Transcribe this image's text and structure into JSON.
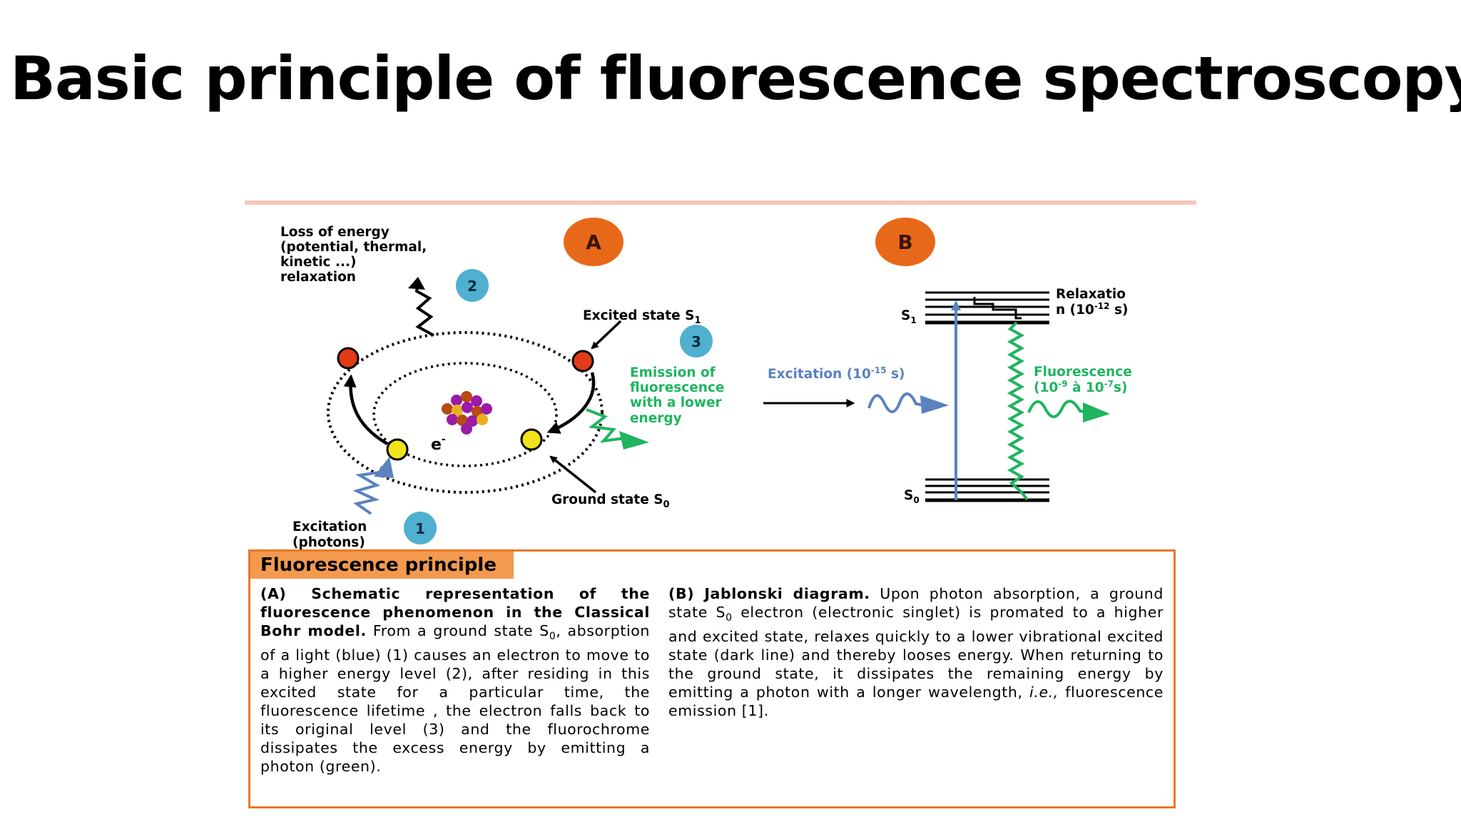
{
  "title": "Basic principle of fluorescence spectroscopy",
  "panel_a": {
    "badge": "A",
    "loss_label_lines": [
      "Loss of energy",
      "(potential, thermal,",
      "kinetic ...)",
      "relaxation"
    ],
    "step2": "2",
    "excited_label": "Excited state S",
    "excited_sub": "1",
    "step3": "3",
    "emission_lines": [
      "Emission of",
      "fluorescence",
      "with a lower",
      "energy"
    ],
    "electron": "e",
    "electron_sup": "-",
    "ground_label": "Ground state S",
    "ground_sub": "0",
    "excitation_lines": [
      "Excitation",
      "(photons)"
    ],
    "step1": "1"
  },
  "panel_b": {
    "badge": "B",
    "s1": "S",
    "s1_sub": "1",
    "s0": "S",
    "s0_sub": "0",
    "relax_line1": "Relaxatio",
    "relax_line2": "n (10",
    "relax_exp": "-12",
    "relax_unit": " s)",
    "excitation_text": "Excitation (10",
    "excitation_exp": "-15",
    "excitation_unit": " s)",
    "fluor_line1": "Fluorescence",
    "fluor_line2_a": "(10",
    "fluor_exp1": "-9",
    "fluor_mid": " à 10",
    "fluor_exp2": "-7",
    "fluor_end": "s)"
  },
  "caption": {
    "header": "Fluorescence principle",
    "a_bold": "(A) Schematic representation of the fluorescence phenomenon in the Classical Bohr model.",
    "a_text1": " From a ground state S",
    "a_sub": "0",
    "a_text2": ", absorption of a light (blue) (1) causes an electron to move to a higher energy level (2), after residing in this excited state for a particular time, the fluorescence lifetime , the electron falls back to its original level (3) and the fluorochrome dissipates the excess energy by emitting a photon (green).",
    "b_bold": "(B) Jablonski diagram.",
    "b_text1": " Upon photon absorption, a ground state S",
    "b_sub": "0",
    "b_text2": " electron (electronic singlet) is promated to a higher and excited state, relaxes quickly to a lower vibrational excited state (dark line) and thereby looses energy. When returning to the ground state, it dissipates the remaining energy by emitting a photon with a longer wavelength, ",
    "b_ie": "i.e.,",
    "b_text3": " fluorescence emission [1]."
  },
  "colors": {
    "orange": "#e8681a",
    "teal": "#4fb0cf",
    "blue": "#5a82c0",
    "green": "#1fb460",
    "electron_red": "#e23b17",
    "electron_yellow": "#f3e31a",
    "rule": "#f8c5b8"
  }
}
